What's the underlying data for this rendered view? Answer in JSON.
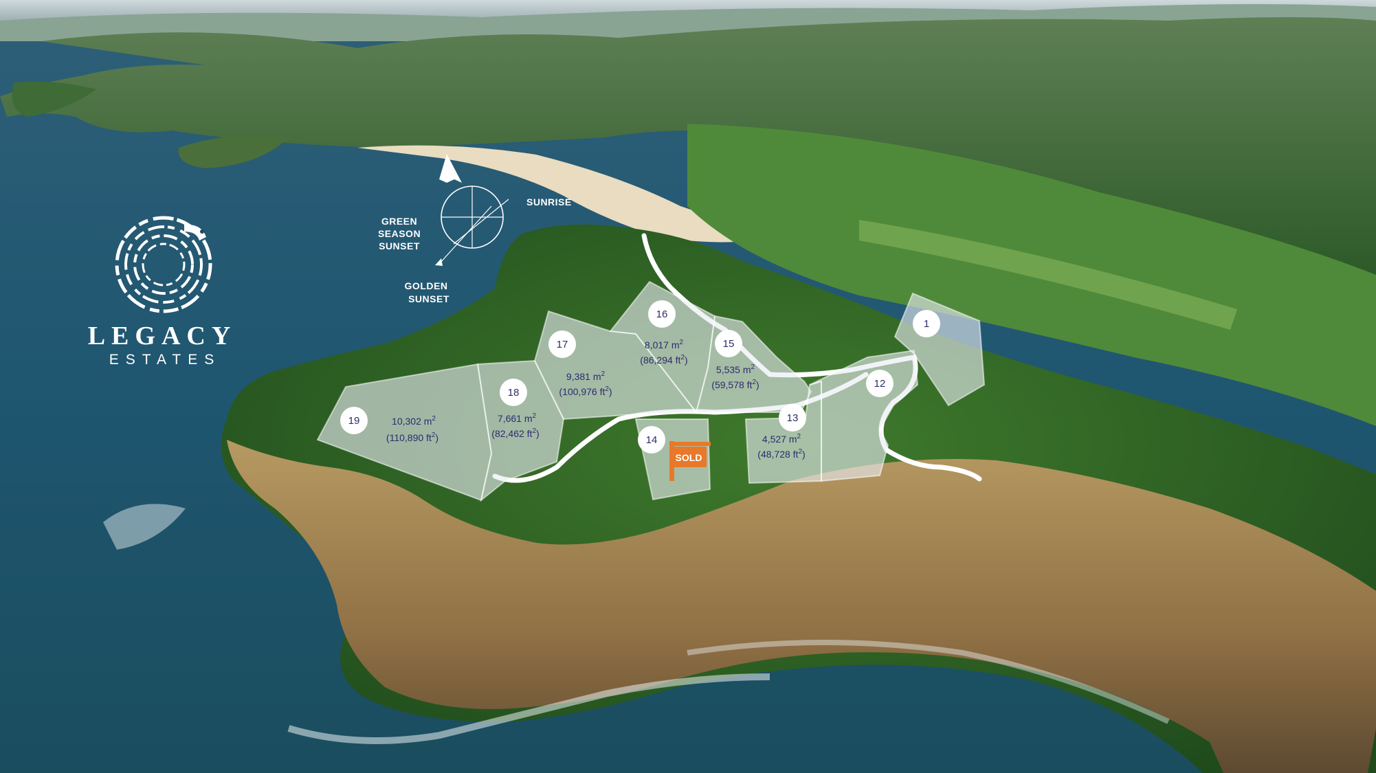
{
  "brand": {
    "title": "LEGACY",
    "subtitle": "ESTATES",
    "logo_icon": "maze-spiral-icon"
  },
  "compass": {
    "labels": [
      "SUNRISE",
      "GREEN",
      "SEASON",
      "SUNSET",
      "GOLDEN",
      "SUNSET"
    ],
    "north_icon": "north-arrow-icon"
  },
  "lots": [
    {
      "id": "lot-19",
      "number": "19",
      "area_m2": "10,302 m",
      "area_ft2": "(110,890 ft",
      "sold": false
    },
    {
      "id": "lot-18",
      "number": "18",
      "area_m2": "7,661 m",
      "area_ft2": "(82,462 ft",
      "sold": false
    },
    {
      "id": "lot-17",
      "number": "17",
      "area_m2": "9,381 m",
      "area_ft2": "(100,976 ft",
      "sold": false
    },
    {
      "id": "lot-16",
      "number": "16",
      "area_m2": "8,017 m",
      "area_ft2": "(86,294 ft",
      "sold": false
    },
    {
      "id": "lot-15",
      "number": "15",
      "area_m2": "5,535 m",
      "area_ft2": "(59,578 ft",
      "sold": false
    },
    {
      "id": "lot-14",
      "number": "14",
      "area_m2": "",
      "area_ft2": "",
      "sold": true,
      "sold_label": "SOLD"
    },
    {
      "id": "lot-13",
      "number": "13",
      "area_m2": "4,527 m",
      "area_ft2": "(48,728 ft",
      "sold": false
    },
    {
      "id": "lot-12",
      "number": "12",
      "area_m2": "",
      "area_ft2": "",
      "sold": false
    },
    {
      "id": "lot-1",
      "number": "1",
      "area_m2": "",
      "area_ft2": "",
      "sold": false
    }
  ],
  "colors": {
    "sold_orange": "#e8782a",
    "label_navy": "#2d2a6e"
  }
}
